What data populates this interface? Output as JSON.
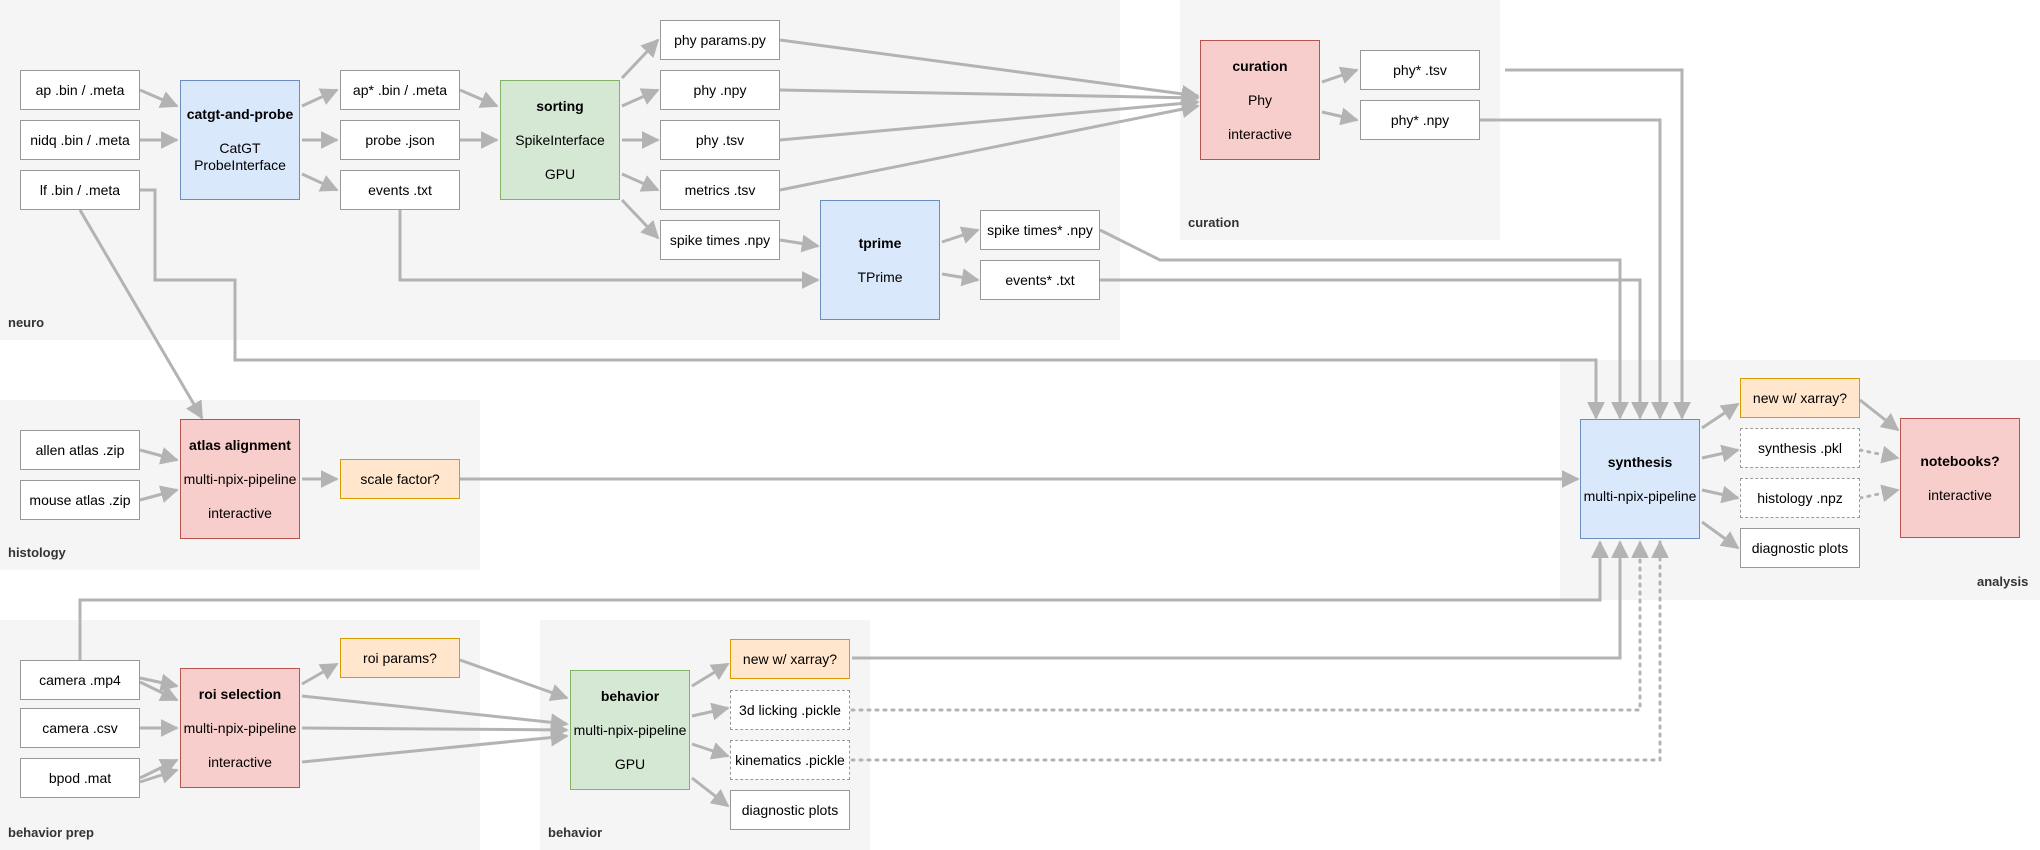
{
  "groups": {
    "neuro": "neuro",
    "curation": "curation",
    "histology": "histology",
    "analysis": "analysis",
    "behavior_prep": "behavior prep",
    "behavior": "behavior"
  },
  "files": {
    "ap_bin": "ap .bin / .meta",
    "nidq_bin": "nidq .bin / .meta",
    "lf_bin": "lf .bin / .meta",
    "ap_star_bin": "ap* .bin / .meta",
    "probe_json": "probe .json",
    "events_txt": "events .txt",
    "phy_params": "phy params.py",
    "phy_npy": "phy .npy",
    "phy_tsv": "phy .tsv",
    "metrics_tsv": "metrics .tsv",
    "spike_times_npy": "spike times .npy",
    "spike_times_star": "spike times* .npy",
    "events_star": "events* .txt",
    "phy_star_tsv": "phy* .tsv",
    "phy_star_npy": "phy* .npy",
    "allen_atlas": "allen atlas .zip",
    "mouse_atlas": "mouse atlas .zip",
    "scale_factor": "scale factor?",
    "new_xarray_analysis": "new w/ xarray?",
    "synthesis_pkl": "synthesis .pkl",
    "histology_npz": "histology .npz",
    "diagnostic_analysis": "diagnostic plots",
    "camera_mp4": "camera .mp4",
    "camera_csv": "camera .csv",
    "bpod_mat": "bpod .mat",
    "roi_params": "roi params?",
    "new_xarray_behavior": "new w/ xarray?",
    "licking_pickle": "3d licking .pickle",
    "kinematics_pickle": "kinematics .pickle",
    "diagnostic_behavior": "diagnostic plots"
  },
  "processes": {
    "catgt": {
      "title": "catgt-and-probe",
      "lines": [
        "CatGT",
        "ProbeInterface"
      ]
    },
    "sorting": {
      "title": "sorting",
      "lines": [
        "SpikeInterface",
        "GPU"
      ]
    },
    "tprime": {
      "title": "tprime",
      "lines": [
        "TPrime"
      ]
    },
    "curation": {
      "title": "curation",
      "lines": [
        "Phy",
        "interactive"
      ]
    },
    "atlas": {
      "title": "atlas alignment",
      "lines": [
        "multi-npix-pipeline",
        "interactive"
      ]
    },
    "synthesis": {
      "title": "synthesis",
      "lines": [
        "multi-npix-pipeline"
      ]
    },
    "notebooks": {
      "title": "notebooks?",
      "lines": [
        "interactive"
      ]
    },
    "roi": {
      "title": "roi selection",
      "lines": [
        "multi-npix-pipeline",
        "interactive"
      ]
    },
    "behavior": {
      "title": "behavior",
      "lines": [
        "multi-npix-pipeline",
        "GPU"
      ]
    }
  },
  "colors": {
    "edge": "#b3b3b3",
    "group_bg": "#f5f5f5",
    "file_border": "#999999",
    "orange_fill": "#ffe6cc",
    "orange_stroke": "#d79b00",
    "blue_fill": "#dae8fc",
    "blue_stroke": "#6c8ebf",
    "green_fill": "#d5e8d4",
    "green_stroke": "#82b366",
    "red_fill": "#f8cecc",
    "red_stroke": "#b85450"
  }
}
